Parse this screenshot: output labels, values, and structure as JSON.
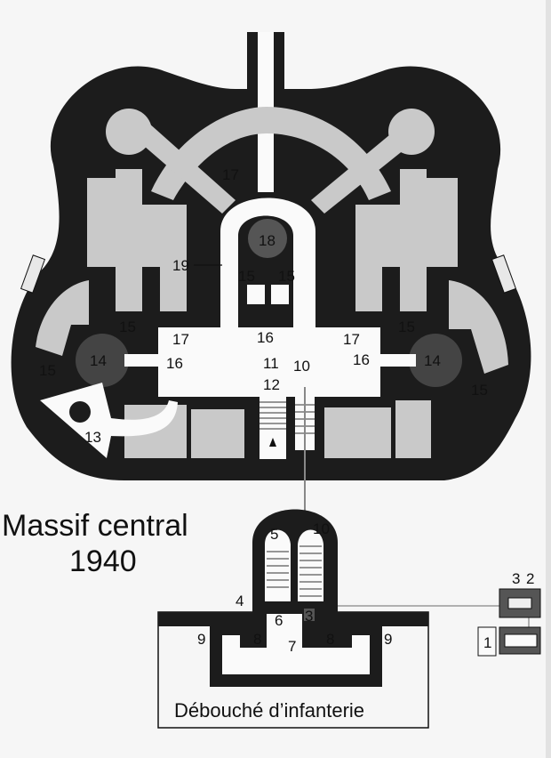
{
  "title": "Massif central",
  "year": "1940",
  "caption": "Débouché d’infanterie",
  "labels": {
    "n1": "1",
    "n2": "2",
    "n3": "3",
    "n3b": "3",
    "n4": "4",
    "n5": "5",
    "n6": "6",
    "n7": "7",
    "n8a": "8",
    "n8b": "8",
    "n9a": "9",
    "n9b": "9",
    "n10a": "10",
    "n10b": "10",
    "n11": "11",
    "n12": "12",
    "n13": "13",
    "n14a": "14",
    "n14b": "14",
    "n15a": "15",
    "n15b": "15",
    "n15c": "15",
    "n15d": "15",
    "n15e": "15",
    "n15f": "15",
    "n16a": "16",
    "n16b": "16",
    "n16c": "16",
    "n17a": "17",
    "n17b": "17",
    "n17c": "17",
    "n18": "18",
    "n19": "19"
  }
}
